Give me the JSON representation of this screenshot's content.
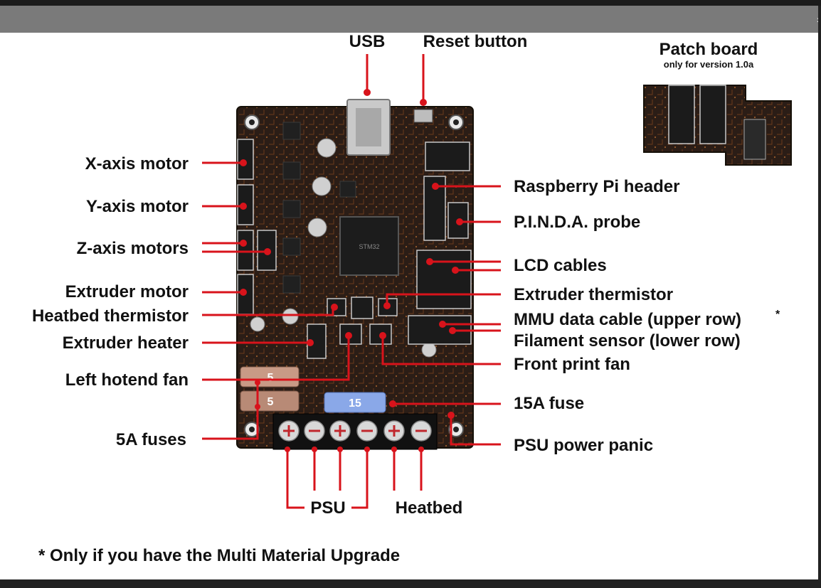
{
  "labels": {
    "usb": "USB",
    "reset": "Reset button",
    "patch_title": "Patch board",
    "patch_sub": "only for version 1.0a",
    "x_motor": "X-axis motor",
    "y_motor": "Y-axis motor",
    "z_motors": "Z-axis motors",
    "extruder_motor": "Extruder motor",
    "heatbed_thermistor": "Heatbed thermistor",
    "extruder_heater": "Extruder heater",
    "left_fan": "Left hotend fan",
    "fuses_5a": "5A fuses",
    "rpi_header": "Raspberry Pi header",
    "pinda": "P.I.N.D.A. probe",
    "lcd": "LCD cables",
    "extruder_thermistor": "Extruder thermistor",
    "mmu": "MMU data cable (upper row)",
    "mmu_star": "*",
    "filament": "Filament sensor (lower row)",
    "front_fan": "Front print fan",
    "fuse_15a": "15A fuse",
    "psu_panic": "PSU power panic",
    "psu": "PSU",
    "heatbed": "Heatbed",
    "footnote": "* Only if you have the Multi Material Upgrade"
  },
  "board_marks": {
    "chip_text": "STM32",
    "fuse_5a_1": "5",
    "fuse_5a_2": "5",
    "fuse_15a": "15"
  },
  "colors": {
    "accent": "#d8131b",
    "board": "#2b1d16",
    "copper": "#8a4a22"
  }
}
